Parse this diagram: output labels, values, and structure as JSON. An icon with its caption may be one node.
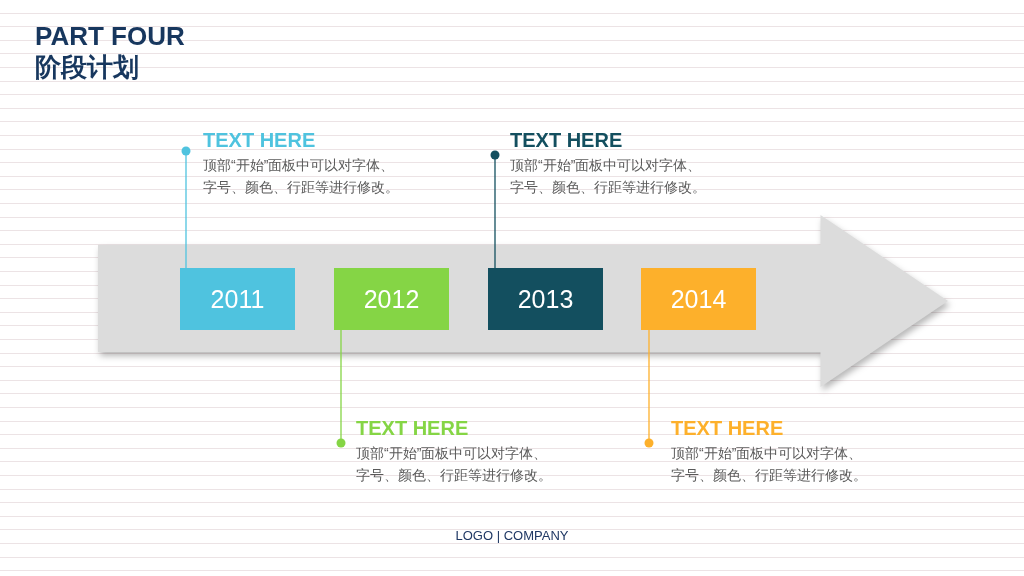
{
  "diagram": {
    "title": "PART FOUR 阶段计划",
    "nodes": [
      {
        "text": [
          "TEXT HERE",
          "顶部“开始”面板中可以对字体、字号、颜色、行距等进行修改。"
        ]
      },
      {
        "text": [
          "TEXT HERE",
          "顶部“开始”面板中可以对字体、字号、颜色、行距等进行修改。"
        ]
      },
      {
        "text": [],
        "shape": "arrow"
      },
      {
        "text": [
          "2011"
        ],
        "in": 2
      },
      {
        "text": [
          "2012"
        ],
        "in": 2
      },
      {
        "text": [
          "2013"
        ],
        "in": 2
      },
      {
        "text": [
          "2014"
        ],
        "in": 2
      },
      {
        "text": [
          "TEXT HERE",
          "顶部“开始”面板中可以对字体、字号、颜色、行距等进行修改。"
        ]
      },
      {
        "text": [
          "TEXT HERE",
          "顶部“开始”面板中可以对字体、字号、颜色、行距等进行修改。"
        ]
      }
    ],
    "edges": [
      {
        "from": 0,
        "to": 3,
        "arrow": "other",
        "color": "#4fc3df"
      },
      {
        "from": 7,
        "to": 4,
        "arrow": "other",
        "color": "#85d545"
      },
      {
        "from": 1,
        "to": 5,
        "arrow": "other",
        "color": "#134f5f"
      },
      {
        "from": 8,
        "to": 6,
        "arrow": "other",
        "color": "#fdb02b"
      }
    ],
    "labels": [
      "LOGO | COMPANY"
    ]
  }
}
